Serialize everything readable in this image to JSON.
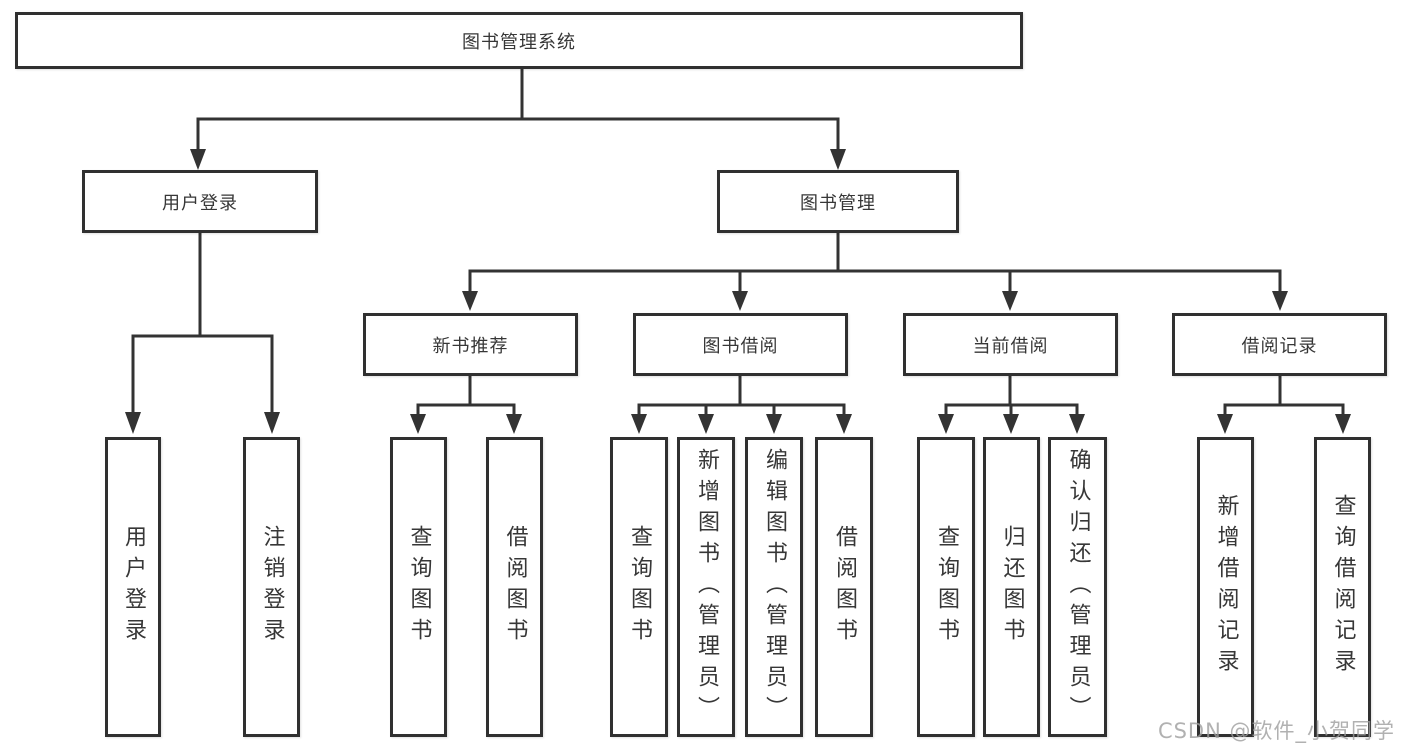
{
  "diagram": {
    "title": "图书管理系统",
    "watermark": "CSDN @软件_小贺同学",
    "colors": {
      "line": "#333333",
      "box_border": "#303030",
      "box_background": "#ffffff",
      "text": "#373737",
      "watermark": "#9e9e9e"
    },
    "nodes": {
      "root": {
        "label": "图书管理系统"
      },
      "user_login": {
        "label": "用户登录"
      },
      "book_mgmt": {
        "label": "图书管理"
      },
      "login": {
        "label": "用户登录"
      },
      "logout": {
        "label": "注销登录"
      },
      "new_book_rec": {
        "label": "新书推荐"
      },
      "book_borrow": {
        "label": "图书借阅"
      },
      "current_borrow": {
        "label": "当前借阅"
      },
      "borrow_record": {
        "label": "借阅记录"
      },
      "nbr_query": {
        "label": "查询图书"
      },
      "nbr_borrow": {
        "label": "借阅图书"
      },
      "bb_query": {
        "label": "查询图书"
      },
      "bb_add": {
        "label": "新增图书（管理员）"
      },
      "bb_edit": {
        "label": "编辑图书（管理员）"
      },
      "bb_borrow": {
        "label": "借阅图书"
      },
      "cb_query": {
        "label": "查询图书"
      },
      "cb_return": {
        "label": "归还图书"
      },
      "cb_confirm": {
        "label": "确认归还（管理员）"
      },
      "br_add": {
        "label": "新增借阅记录"
      },
      "br_query": {
        "label": "查询借阅记录"
      }
    }
  }
}
